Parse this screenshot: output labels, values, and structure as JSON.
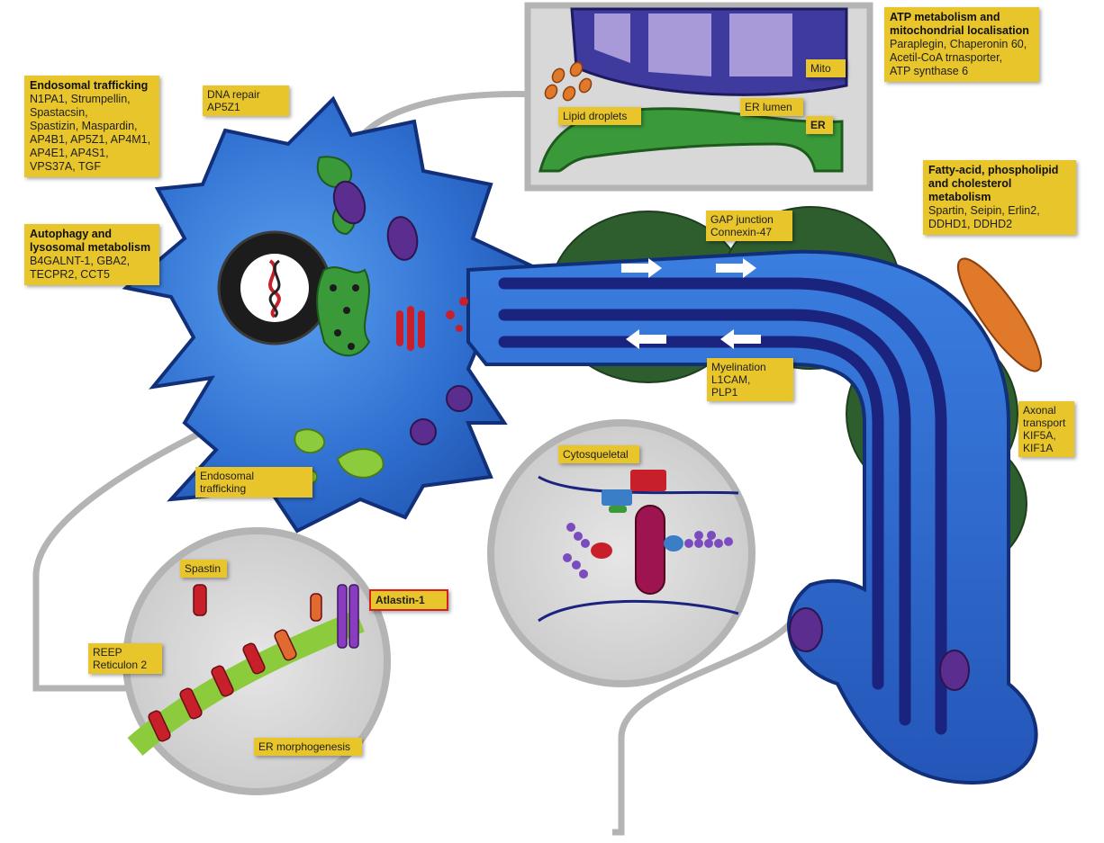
{
  "labels": {
    "endosomal_top": {
      "title": "Endosomal trafficking",
      "body": "N1PA1, Strumpellin,\nSpastacsin,\nSpastizin, Maspardin,\nAP4B1, AP5Z1, AP4M1,\nAP4E1, AP4S1,\nVPS37A, TGF"
    },
    "autophagy": {
      "title": "Autophagy and lysosomal metabolism",
      "body": "B4GALNT-1, GBA2,\nTECPR2, CCT5"
    },
    "dna_repair": "DNA repair\nAP5Z1",
    "atp": {
      "title": "ATP metabolism and mitochondrial localisation",
      "body": "Paraplegin, Chaperonin 60,\nAcetil-CoA trnasporter,\nATP synthase 6"
    },
    "mito": "Mito",
    "er_lumen": "ER lumen",
    "er": "ER",
    "lipid": "Lipid droplets",
    "fatty": {
      "title": "Fatty-acid, phospholipid and cholesterol metabolism",
      "body": "Spartin, Seipin, Erlin2,\nDDHD1, DDHD2"
    },
    "gap": "GAP junction\nConnexin-47",
    "myelination": "Myelination\nL1CAM,\nPLP1",
    "axonal": "Axonal\ntransport\nKIF5A,\nKIF1A",
    "endosomal_bottom": "Endosomal\ntrafficking",
    "cytosqueletal": "Cytosqueletal",
    "spastin": "Spastin",
    "atlastin": "Atlastin-1",
    "reep": "REEP\nReticulon 2",
    "er_morph": "ER morphogenesis"
  },
  "colors": {
    "cell_blue": "#2f6fd0",
    "axon_dark": "#1a237e",
    "myelin_green": "#2e5e2e",
    "label_yellow": "#e8c52a",
    "mito_purple": "#5b2d8e",
    "er_green": "#3a9a3a",
    "red_protein": "#c8202a"
  }
}
